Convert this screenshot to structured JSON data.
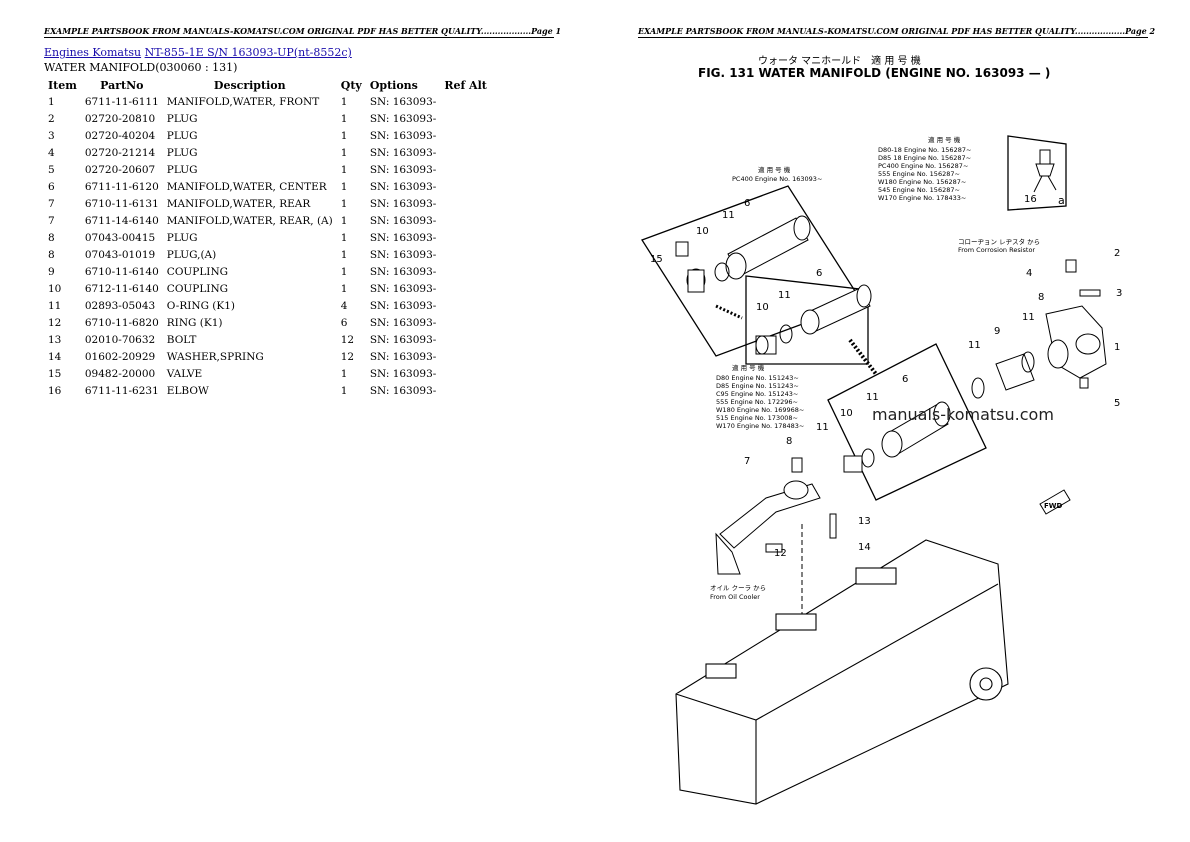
{
  "page1_header": "EXAMPLE PARTSBOOK FROM MANUALS-KOMATSU.COM ORIGINAL PDF HAS BETTER QUALITY..................Page 1",
  "page2_header": "EXAMPLE PARTSBOOK FROM MANUALS-KOMATSU.COM ORIGINAL PDF HAS BETTER QUALITY..................Page 2",
  "breadcrumb": {
    "link1": "Engines Komatsu",
    "link2": "NT-855-1E S/N 163093-UP(nt-8552c)"
  },
  "section_title": "WATER MANIFOLD(030060 : 131)",
  "table": {
    "headers": [
      "Item",
      "PartNo",
      "Description",
      "Qty",
      "Options",
      "Ref Alt"
    ],
    "rows": [
      [
        "1",
        "6711-11-6111",
        "MANIFOLD,WATER, FRONT",
        "1",
        "SN: 163093-",
        ""
      ],
      [
        "2",
        "02720-20810",
        "PLUG",
        "1",
        "SN: 163093-",
        ""
      ],
      [
        "3",
        "02720-40204",
        "PLUG",
        "1",
        "SN: 163093-",
        ""
      ],
      [
        "4",
        "02720-21214",
        "PLUG",
        "1",
        "SN: 163093-",
        ""
      ],
      [
        "5",
        "02720-20607",
        "PLUG",
        "1",
        "SN: 163093-",
        ""
      ],
      [
        "6",
        "6711-11-6120",
        "MANIFOLD,WATER, CENTER",
        "1",
        "SN: 163093-",
        ""
      ],
      [
        "7",
        "6710-11-6131",
        "MANIFOLD,WATER, REAR",
        "1",
        "SN: 163093-",
        ""
      ],
      [
        "7",
        "6711-14-6140",
        "MANIFOLD,WATER, REAR, (A)",
        "1",
        "SN: 163093-",
        ""
      ],
      [
        "8",
        "07043-00415",
        "PLUG",
        "1",
        "SN: 163093-",
        ""
      ],
      [
        "8",
        "07043-01019",
        "PLUG,(A)",
        "1",
        "SN: 163093-",
        ""
      ],
      [
        "9",
        "6710-11-6140",
        "COUPLING",
        "1",
        "SN: 163093-",
        ""
      ],
      [
        "10",
        "6712-11-6140",
        "COUPLING",
        "1",
        "SN: 163093-",
        ""
      ],
      [
        "11",
        "02893-05043",
        "O-RING (K1)",
        "4",
        "SN: 163093-",
        ""
      ],
      [
        "12",
        "6710-11-6820",
        "RING (K1)",
        "6",
        "SN: 163093-",
        ""
      ],
      [
        "13",
        "02010-70632",
        "BOLT",
        "12",
        "SN: 163093-",
        ""
      ],
      [
        "14",
        "01602-20929",
        "WASHER,SPRING",
        "12",
        "SN: 163093-",
        ""
      ],
      [
        "15",
        "09482-20000",
        "VALVE",
        "1",
        "SN: 163093-",
        ""
      ],
      [
        "16",
        "6711-11-6231",
        "ELBOW",
        "1",
        "SN: 163093-",
        ""
      ]
    ]
  },
  "figure": {
    "jp_title": "ウォータ マニホールド　適 用 号 機",
    "title": "FIG. 131  WATER MANIFOLD (ENGINE NO. 163093 — )",
    "watermark": "manuals-komatsu.com",
    "box1_header": "適 用 号 機",
    "box1_lines": [
      "D80-18  Engine No. 156287~",
      "D85  18  Engine No. 156287~",
      "PC400  Engine No. 156287~",
      "555  Engine No. 156287~",
      "W180  Engine No. 156287~",
      "545  Engine No. 156287~",
      "W170  Engine No. 178433~"
    ],
    "box2_header": "適 用 号 機",
    "box2_line": "PC400 Engine No. 163093~",
    "box3_header": "適 用 号 機",
    "box3_lines": [
      "D80  Engine No. 151243~",
      "D85  Engine No. 151243~",
      "C95  Engine No. 151243~",
      "555  Engine No. 172296~",
      "W180  Engine No. 169968~",
      "515  Engine No. 173008~",
      "W170  Engine No. 178483~"
    ],
    "from_corrosion_jp": "コローヂョン レヂスタ から",
    "from_corrosion": "From Corrosion Resistor",
    "from_oil_jp": "オイル クーラ から",
    "from_oil": "From Oil Cooler",
    "fwd": "FWD",
    "callouts": [
      "1",
      "2",
      "3",
      "4",
      "5",
      "6",
      "7",
      "8",
      "9",
      "10",
      "11",
      "12",
      "13",
      "14",
      "15",
      "16",
      "a"
    ]
  }
}
